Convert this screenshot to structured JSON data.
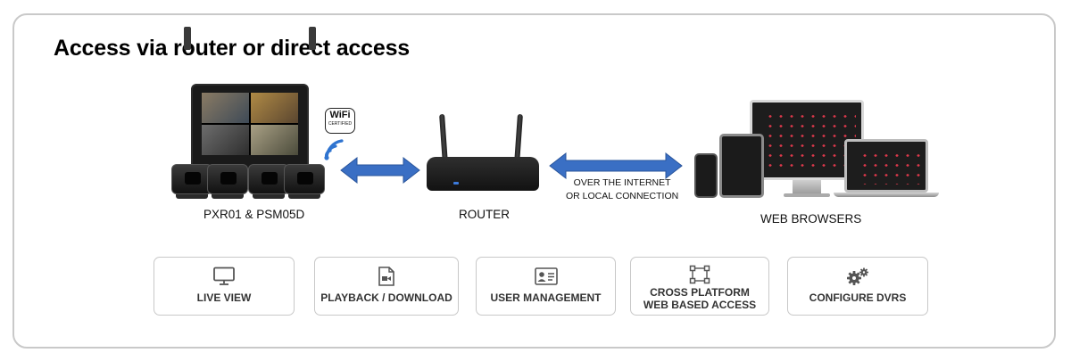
{
  "title": "Access via router or direct access",
  "diagram": {
    "device_label": "PXR01 & PSM05D",
    "wifi_badge": {
      "text": "WiFi",
      "sub": "CERTIFIED"
    },
    "router_label": "ROUTER",
    "connection_label_line1": "OVER THE INTERNET",
    "connection_label_line2": "OR LOCAL CONNECTION",
    "browsers_label": "WEB BROWSERS",
    "arrow_color": "#3a6fc4"
  },
  "features": [
    {
      "label": "LIVE VIEW",
      "icon": "monitor-icon"
    },
    {
      "label": "PLAYBACK / DOWNLOAD",
      "icon": "video-file-icon"
    },
    {
      "label": "USER MANAGEMENT",
      "icon": "id-card-icon"
    },
    {
      "label_line1": "CROSS PLATFORM",
      "label_line2": "WEB BASED ACCESS",
      "icon": "network-icon"
    },
    {
      "label": "CONFIGURE DVRS",
      "icon": "gears-icon"
    }
  ]
}
